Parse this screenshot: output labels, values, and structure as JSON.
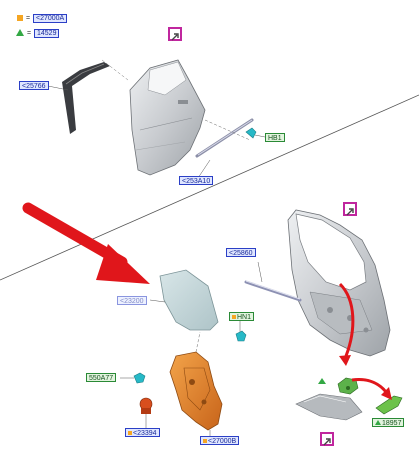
{
  "legend": {
    "square_code": "<27000A",
    "triangle_code": "14529"
  },
  "labels": {
    "l_25766": "<25766",
    "l_hb1": "HB1",
    "l_253a10": "<253A10",
    "l_25860": "<25860",
    "l_23200": "<23200",
    "l_hn1": "HN1",
    "l_550a77": "550A77",
    "l_23394": "<23394",
    "l_27000b": "<27000B",
    "l_18957": "18957"
  },
  "colors": {
    "label_border": "#2b3fc6",
    "label_fill": "#dfe6ff",
    "green_border": "#2a8a36",
    "marker_orange": "#f5a623",
    "marker_green": "#33a844",
    "pointer_magenta": "#c0269e",
    "arrow_red": "#e0161b"
  }
}
